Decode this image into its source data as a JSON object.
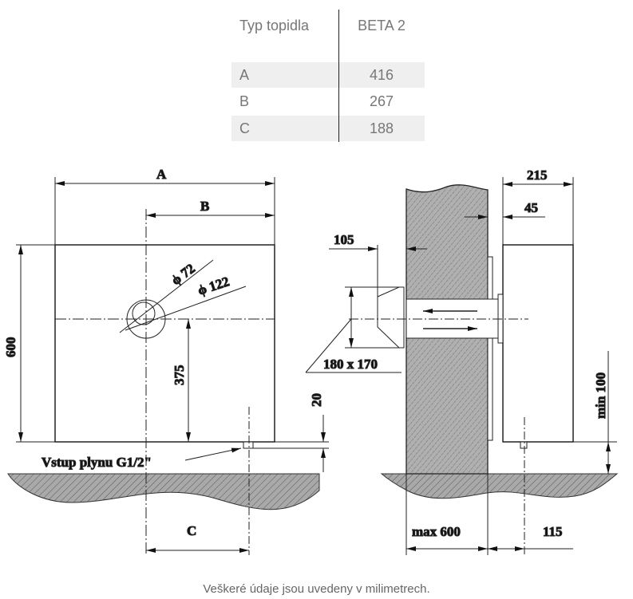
{
  "table": {
    "header": {
      "label": "Typ topidla",
      "value": "BETA 2"
    },
    "rows": [
      {
        "label": "A",
        "value": "416"
      },
      {
        "label": "B",
        "value": "267"
      },
      {
        "label": "C",
        "value": "188"
      }
    ]
  },
  "front_view": {
    "dim_a": "A",
    "dim_b": "B",
    "dim_c": "C",
    "height": "600",
    "flue_height": "375",
    "inner_diameter": "ϕ 72",
    "outer_diameter": "ϕ 122",
    "gas_offset": "20",
    "gas_inlet": "Vstup plynu G1/2\""
  },
  "side_view": {
    "depth": "215",
    "wall_gap": "45",
    "terminal_projection": "105",
    "terminal_size": "180 x 170",
    "min_floor": "min 100",
    "max_wall": "max 600",
    "gas_distance": "115"
  },
  "caption": "Veškeré údaje jsou uvedeny v milimetrech."
}
